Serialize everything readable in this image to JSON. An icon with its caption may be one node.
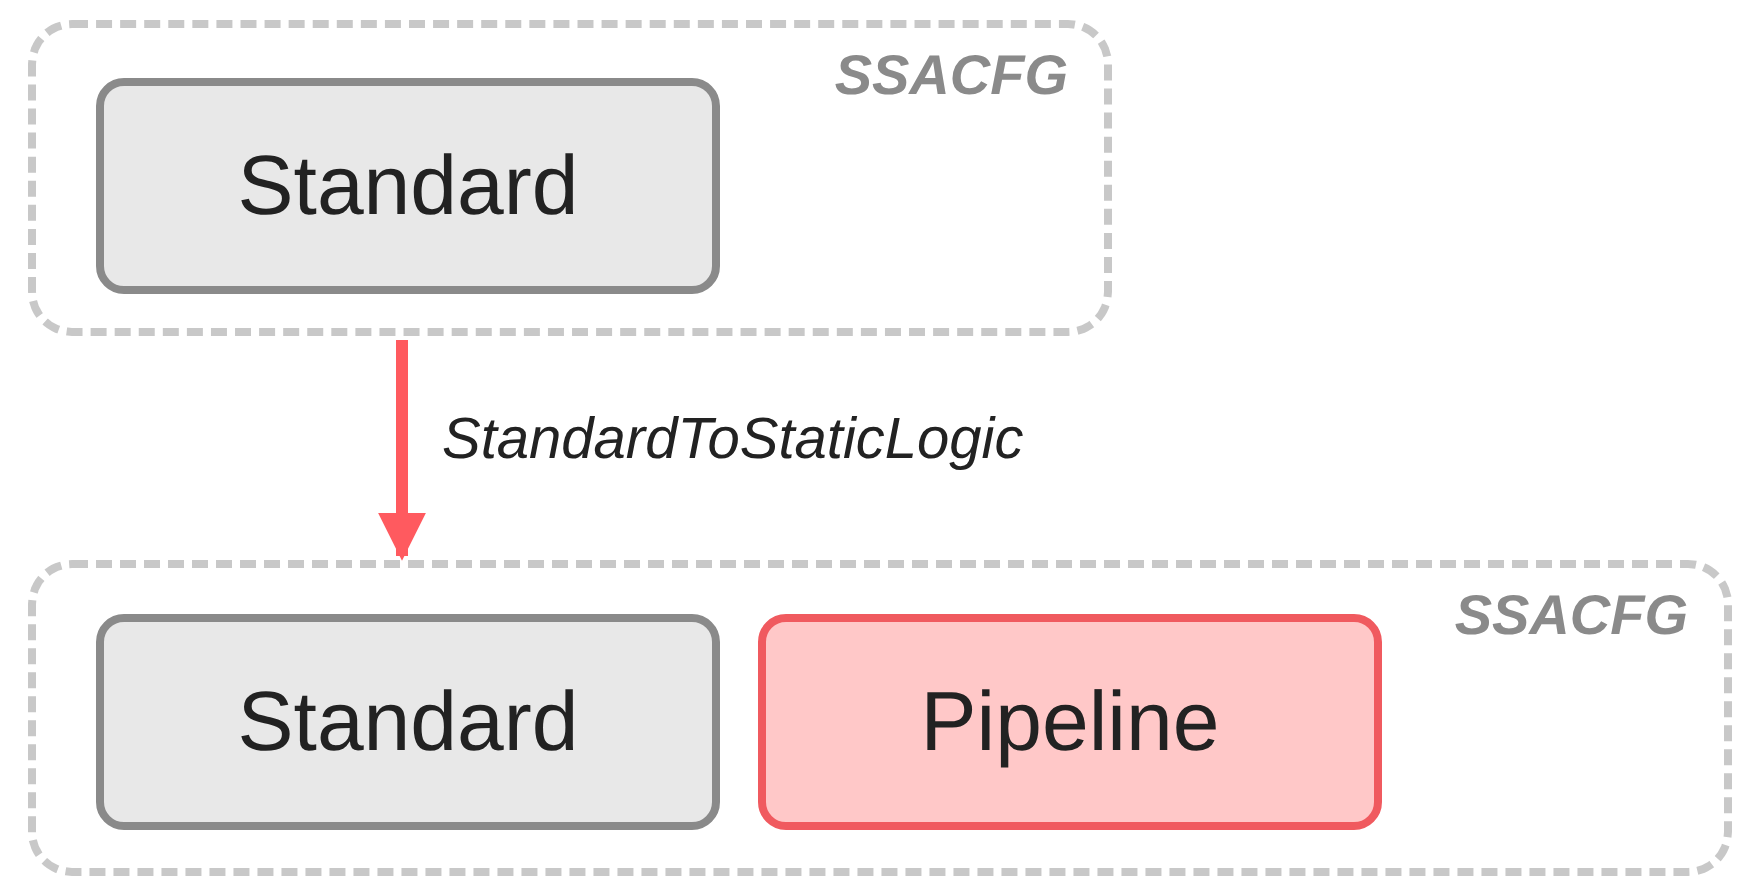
{
  "diagram": {
    "nodes": [
      {
        "text": [
          "SSACFG"
        ]
      },
      {
        "text": [
          "Standard"
        ],
        "in": 0
      },
      {
        "text": [
          "SSACFG"
        ]
      },
      {
        "text": [
          "Standard"
        ],
        "in": 2
      },
      {
        "text": [
          "Pipeline"
        ],
        "in": 2
      }
    ],
    "edges": [
      {
        "from": 0,
        "to": 2,
        "arrow": "to",
        "label": "StandardToStaticLogic",
        "color": "#ff5a5f"
      }
    ]
  }
}
